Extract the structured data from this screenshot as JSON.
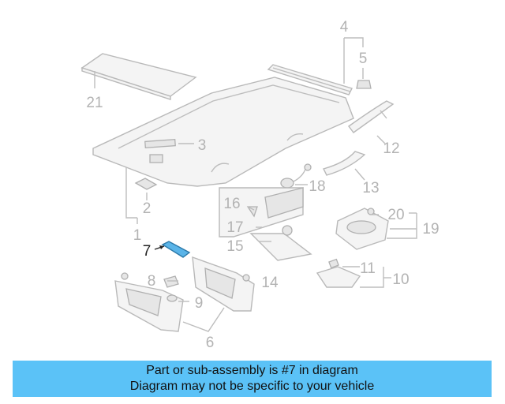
{
  "diagram": {
    "highlighted_part": "7",
    "callouts": [
      "1",
      "2",
      "3",
      "4",
      "5",
      "6",
      "7",
      "8",
      "9",
      "10",
      "11",
      "12",
      "13",
      "14",
      "15",
      "16",
      "17",
      "18",
      "19",
      "20",
      "21"
    ]
  },
  "caption": {
    "line1": "Part or sub-assembly is #7 in diagram",
    "line2": "Diagram may not be specific to your vehicle",
    "background_color": "#5bc2f7"
  }
}
